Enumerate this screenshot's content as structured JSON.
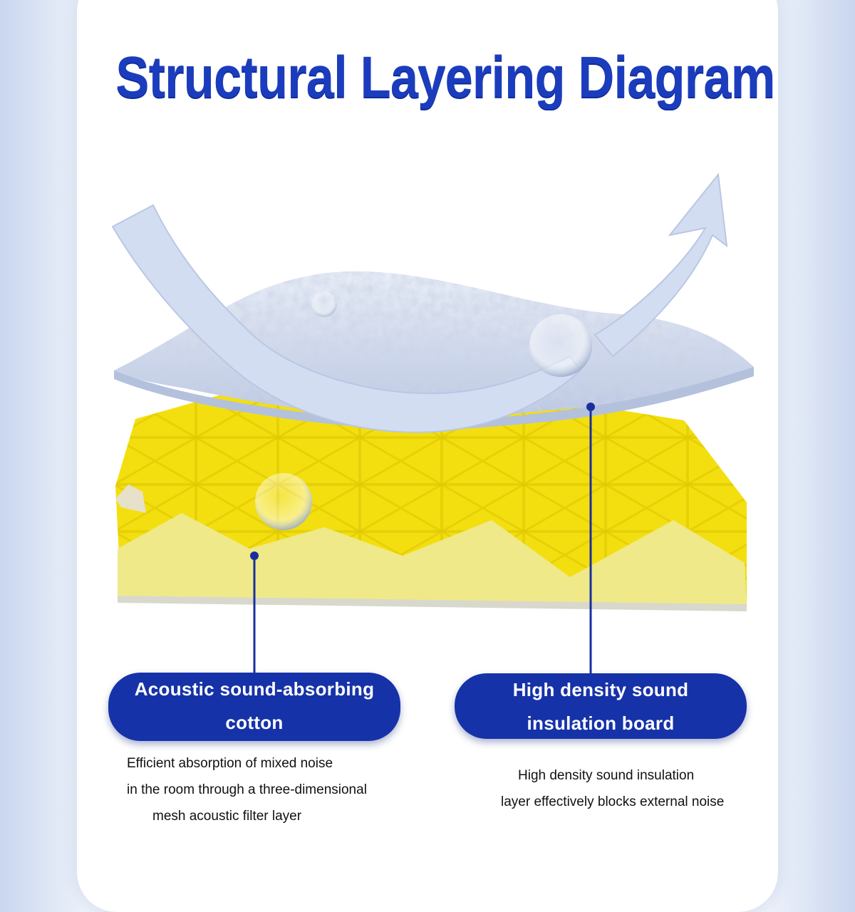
{
  "title": "Structural Layering Diagram",
  "layers": [
    {
      "name_lines": [
        "Acoustic sound-absorbing",
        "cotton"
      ],
      "desc_lines": [
        "Efficient absorption of mixed noise",
        "in the room through a three-dimensional",
        "mesh acoustic filter layer"
      ]
    },
    {
      "name_lines": [
        "High density sound",
        "insulation board"
      ],
      "desc_lines": [
        "High density sound insulation",
        "layer effectively blocks external noise"
      ]
    }
  ],
  "colors": {
    "title": "#1b3dbd",
    "pill": "#1632a8",
    "foam_dark": "#f2e012",
    "foam_light": "#eeea88",
    "board": "#cdd7ec",
    "arrow": "#d3ddf2"
  }
}
